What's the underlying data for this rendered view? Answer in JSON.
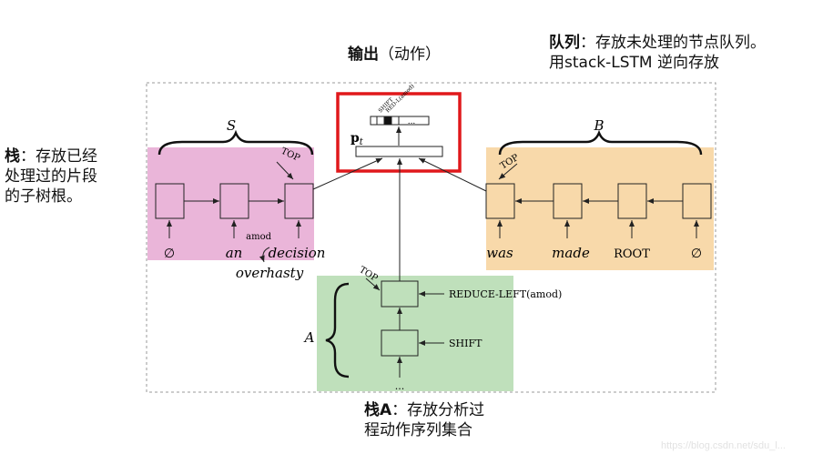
{
  "output_label": {
    "bold": "输出",
    "rest": "（动作）"
  },
  "queue_note": {
    "bold": "队列",
    "line1": "：存放未处理的节点队列。",
    "line2": "用stack-LSTM 逆向存放"
  },
  "stack_note": {
    "bold": "栈",
    "line1": "：存放已经",
    "line2": "处理过的片段",
    "line3": "的子树根。"
  },
  "action_note": {
    "bold": "栈A",
    "line1": "：存放分析过",
    "line2": "程动作序列集合"
  },
  "diagram": {
    "S": "S",
    "B": "B",
    "A": "A",
    "top": "TOP",
    "pt": "p",
    "pt_sub": "t",
    "shift_label": "SHIFT",
    "reduce_label": "RED-L(amod)",
    "dots": "...",
    "s_words": [
      "∅",
      "an",
      "decision"
    ],
    "amod": "amod",
    "overhasty": "overhasty",
    "b_words": [
      "was",
      "made",
      "ROOT",
      "∅"
    ],
    "a_actions": [
      "REDUCE-LEFT(amod)",
      "SHIFT"
    ],
    "a_bottom": "..."
  },
  "colors": {
    "stack_pink": "#eab5d9",
    "buffer_orange": "#f8d9aa",
    "action_green": "#bfe0bb",
    "highlight_red": "#e0181b"
  },
  "watermark": "https://blog.csdn.net/sdu_l..."
}
